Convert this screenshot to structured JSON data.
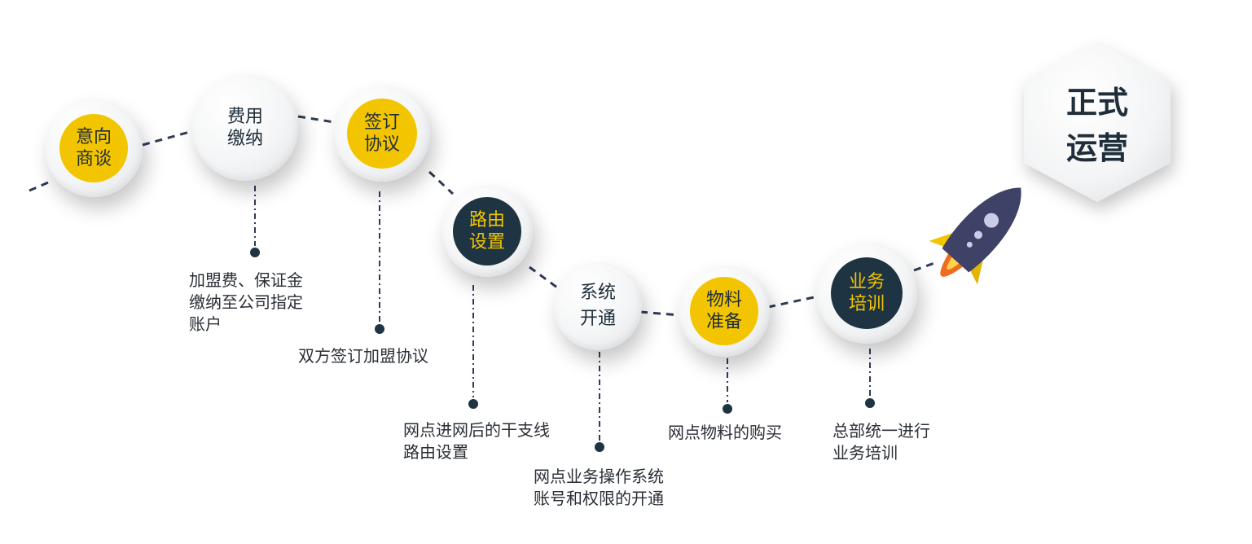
{
  "steps": [
    {
      "lines": [
        "意向",
        "商谈"
      ],
      "style": "yellow"
    },
    {
      "lines": [
        "费用",
        "缴纳"
      ],
      "style": "plain"
    },
    {
      "lines": [
        "签订",
        "协议"
      ],
      "style": "yellow"
    },
    {
      "lines": [
        "路由",
        "设置"
      ],
      "style": "dark"
    },
    {
      "lines": [
        "系统",
        "开通"
      ],
      "style": "plain"
    },
    {
      "lines": [
        "物料",
        "准备"
      ],
      "style": "yellow"
    },
    {
      "lines": [
        "业务",
        "培训"
      ],
      "style": "dark"
    }
  ],
  "descriptions": [
    {
      "step": 2,
      "lines": [
        "加盟费、保证金",
        "缴纳至公司指定",
        "账户"
      ]
    },
    {
      "step": 3,
      "lines": [
        "双方签订加盟协议"
      ]
    },
    {
      "step": 4,
      "lines": [
        "网点进网后的干支线",
        "路由设置"
      ]
    },
    {
      "step": 5,
      "lines": [
        "网点业务操作系统",
        "账号和权限的开通"
      ]
    },
    {
      "step": 6,
      "lines": [
        "网点物料的购买"
      ]
    },
    {
      "step": 7,
      "lines": [
        "总部统一进行",
        "业务培训"
      ]
    }
  ],
  "final": {
    "lines": [
      "正式",
      "运营"
    ]
  },
  "colors": {
    "yellow": "#f2c500",
    "navy": "#1f3442",
    "dash": "#2f3a55",
    "rocket_body": "#3d4266",
    "flame": "#f06a1f"
  }
}
